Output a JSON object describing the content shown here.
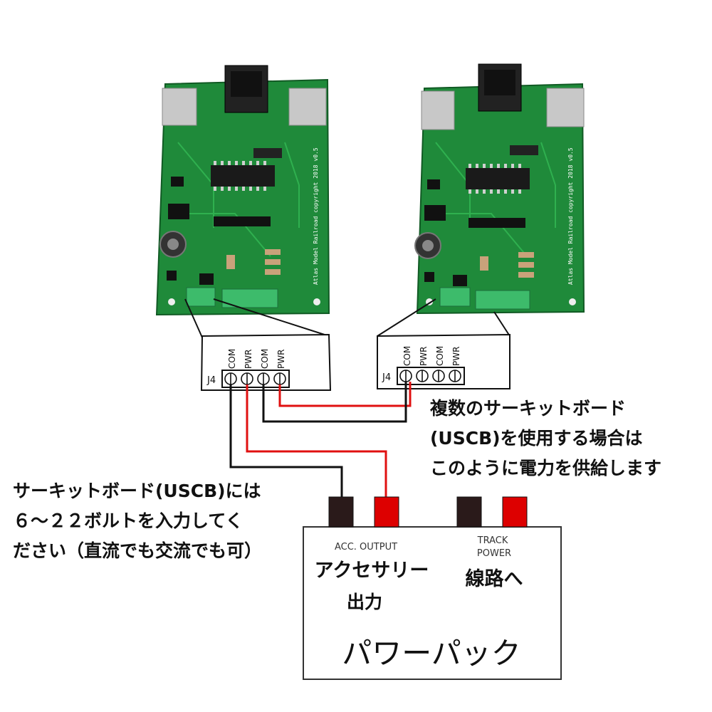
{
  "boards": [
    {
      "silkscreen": "Atlas Model Railroad copyright 2018 v0.5"
    },
    {
      "silkscreen": "Atlas Model Railroad copyright 2018 v0.5"
    }
  ],
  "connector_inset_left": {
    "label": "J4",
    "pins": [
      "COM",
      "PWR",
      "COM",
      "PWR"
    ]
  },
  "connector_inset_right": {
    "label": "J4",
    "pins": [
      "COM",
      "PWR",
      "COM",
      "PWR"
    ]
  },
  "note_multiple_boards": [
    "複数のサーキットボード",
    "(USCB)を使用する場合は",
    "このように電力を供給します"
  ],
  "note_voltage": [
    "サーキットボード(USCB)には",
    "６～２２ボルトを入力してく",
    "ださい（直流でも交流でも可）"
  ],
  "power_pack": {
    "acc_output_label": "ACC. OUTPUT",
    "acc_output_jp": [
      "アクセサリー",
      "出力"
    ],
    "track_power_label": [
      "TRACK",
      "POWER"
    ],
    "track_power_jp": "線路へ",
    "title": "パワーパック"
  },
  "colors": {
    "pcb_green": "#1f8a3a",
    "wire_red": "#e01010",
    "wire_black": "#111111",
    "terminal_red": "#dd0000",
    "terminal_black": "#2a1a1a"
  }
}
